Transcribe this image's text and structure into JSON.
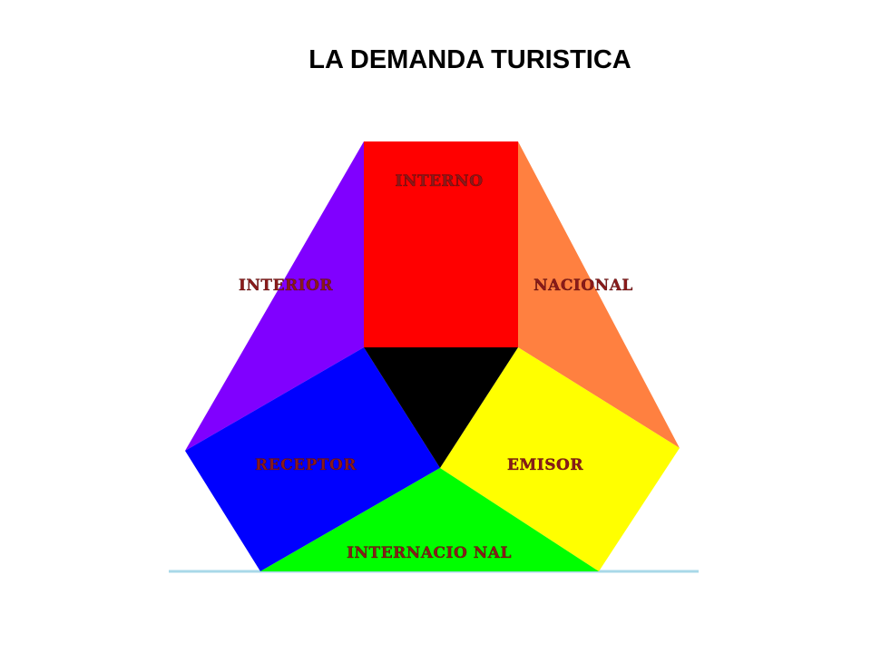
{
  "slide": {
    "title": "LA DEMANDA TURISTICA"
  },
  "diagram": {
    "segments": [
      {
        "id": "interno",
        "label": "INTERNO",
        "color": "#ff0000"
      },
      {
        "id": "nacional",
        "label": "NACIONAL",
        "color": "#ff8040"
      },
      {
        "id": "emisor",
        "label": "EMISOR",
        "color": "#ffff00"
      },
      {
        "id": "internacional",
        "label": "INTERNACIO NAL",
        "color": "#00ff00"
      },
      {
        "id": "receptor",
        "label": "RECEPTOR",
        "color": "#0000ff"
      },
      {
        "id": "interior",
        "label": "INTERIOR",
        "color": "#8000ff"
      },
      {
        "id": "center",
        "label": "",
        "color": "#000000"
      }
    ],
    "baseline_color": "#a8d8e8"
  }
}
